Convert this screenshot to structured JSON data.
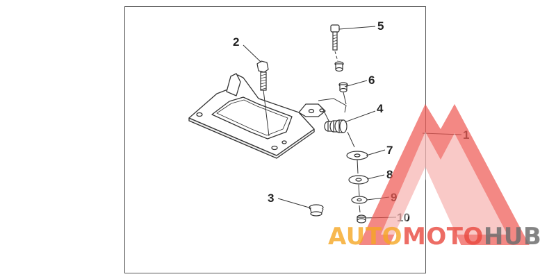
{
  "diagram": {
    "callouts": [
      {
        "id": "1",
        "label": "1"
      },
      {
        "id": "2",
        "label": "2"
      },
      {
        "id": "3",
        "label": "3"
      },
      {
        "id": "4",
        "label": "4"
      },
      {
        "id": "5",
        "label": "5"
      },
      {
        "id": "6",
        "label": "6"
      },
      {
        "id": "7",
        "label": "7"
      },
      {
        "id": "8",
        "label": "8"
      },
      {
        "id": "9",
        "label": "9"
      },
      {
        "id": "10",
        "label": "10"
      }
    ],
    "parts": [
      "mounting-plate",
      "bolt",
      "grommet",
      "rubber-damper",
      "screw",
      "collar",
      "washer",
      "washer",
      "washer",
      "nut"
    ]
  },
  "watermark": {
    "part1": "AUTO",
    "part2": "MOTO",
    "part3": "HUB",
    "color_orange": "#f5a623",
    "color_red": "#e8493f",
    "color_gray": "#6e6e6e",
    "triangle_color": "#ef5b55"
  }
}
